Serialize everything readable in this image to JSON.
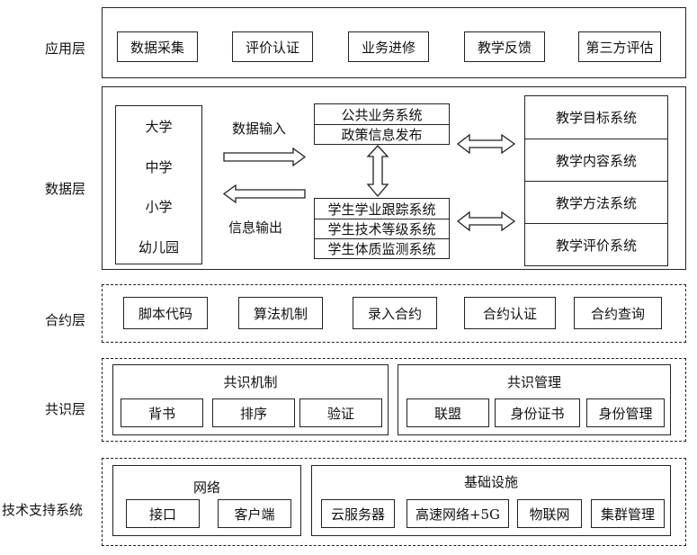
{
  "layers": {
    "application": {
      "label": "应用层",
      "items": [
        "数据采集",
        "评价认证",
        "业务进修",
        "教学反馈",
        "第三方评估"
      ]
    },
    "data": {
      "label": "数据层",
      "schools": [
        "大学",
        "中学",
        "小学",
        "幼儿园"
      ],
      "input_label": "数据输入",
      "output_label": "信息输出",
      "public_systems": [
        "公共业务系统",
        "政策信息发布"
      ],
      "student_systems": [
        "学生学业跟踪系统",
        "学生技术等级系统",
        "学生体质监测系统"
      ],
      "teaching_systems": [
        "教学目标系统",
        "教学内容系统",
        "教学方法系统",
        "教学评价系统"
      ]
    },
    "contract": {
      "label": "合约层",
      "items": [
        "脚本代码",
        "算法机制",
        "录入合约",
        "合约认证",
        "合约查询"
      ]
    },
    "consensus": {
      "label": "共识层",
      "mechanism": {
        "title": "共识机制",
        "items": [
          "背书",
          "排序",
          "验证"
        ]
      },
      "management": {
        "title": "共识管理",
        "items": [
          "联盟",
          "身份证书",
          "身份管理"
        ]
      }
    },
    "tech": {
      "label": "技术支持系统",
      "network": {
        "title": "网络",
        "items": [
          "接口",
          "客户端"
        ]
      },
      "infrastructure": {
        "title": "基础设施",
        "items": [
          "云服务器",
          "高速网络+5G",
          "物联网",
          "集群管理"
        ]
      }
    }
  }
}
